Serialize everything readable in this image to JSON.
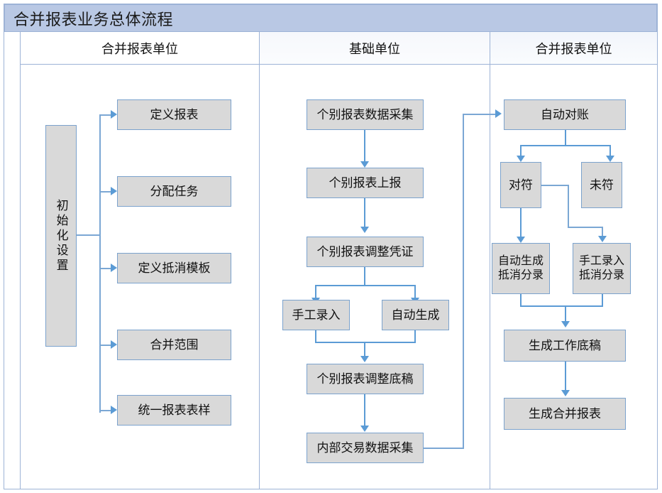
{
  "title": "合并报表业务总体流程",
  "lanes": [
    {
      "header": "合并报表单位"
    },
    {
      "header": "基础单位"
    },
    {
      "header": "合并报表单位"
    }
  ],
  "nodes": {
    "init": "初始化设置",
    "define_report": "定义报表",
    "assign_task": "分配任务",
    "define_offset_template": "定义抵消模板",
    "merge_scope": "合并范围",
    "unify_report_form": "统一报表表样",
    "indiv_collect": "个别报表数据采集",
    "indiv_submit": "个别报表上报",
    "indiv_adjust_voucher": "个别报表调整凭证",
    "manual_entry": "手工录入",
    "auto_generate": "自动生成",
    "indiv_adjust_draft": "个别报表调整底稿",
    "internal_trade_collect": "内部交易数据采集",
    "auto_reconcile": "自动对账",
    "matched": "对符",
    "unmatched": "未符",
    "auto_gen_offset_entry": "自动生成\n抵消分录",
    "manual_offset_entry": "手工录入\n抵消分录",
    "gen_worksheet": "生成工作底稿",
    "gen_consolidated": "生成合并报表"
  },
  "colors": {
    "title_bar": "#b9c8e4",
    "frame_border": "#9db3d6",
    "node_fill": "#d9d9d9",
    "node_border": "#7ba2cd",
    "connector": "#5b9bd5"
  }
}
